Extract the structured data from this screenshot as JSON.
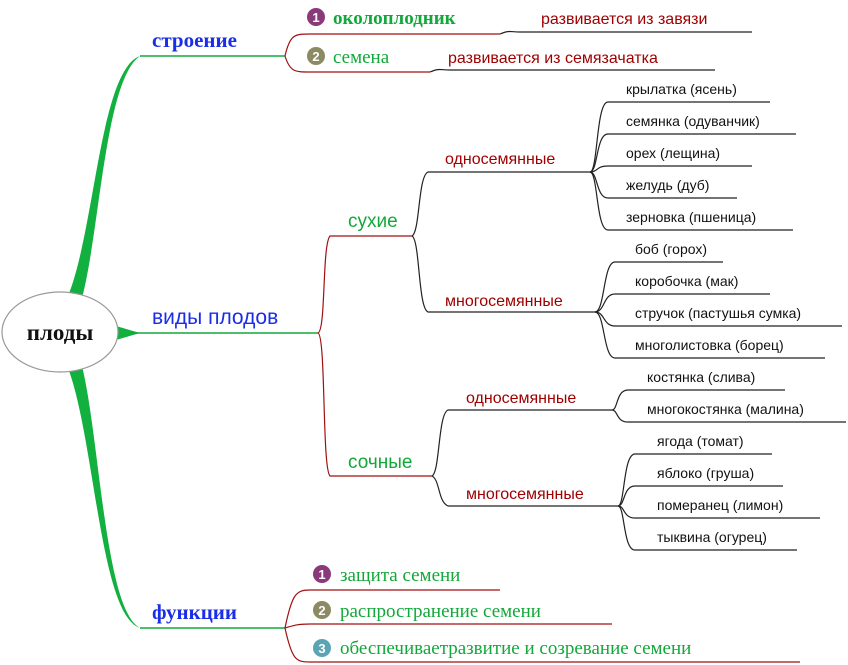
{
  "central": "плоды",
  "structure": {
    "label": "строение",
    "items": [
      {
        "num": "1",
        "label": "околоплодник",
        "note": "развивается из завязи",
        "icon_color": "#8a3a7a"
      },
      {
        "num": "2",
        "label": "семена",
        "note": "развивается из семязачатка",
        "icon_color": "#8c8a62"
      }
    ]
  },
  "types": {
    "label": "виды плодов",
    "dry": {
      "label": "сухие",
      "single": {
        "label": "односемянные",
        "items": [
          "крылатка (ясень)",
          "семянка (одуванчик)",
          "орех (лещина)",
          "желудь (дуб)",
          "зерновка (пшеница)"
        ]
      },
      "multi": {
        "label": "многосемянные",
        "items": [
          "боб (горох)",
          "коробочка (мак)",
          "стручок (пастушья сумка)",
          "многолистовка (борец)"
        ]
      }
    },
    "juicy": {
      "label": "сочные",
      "single": {
        "label": "односемянные",
        "items": [
          "костянка (слива)",
          "многокостянка (малина)"
        ]
      },
      "multi": {
        "label": "многосемянные",
        "items": [
          "ягода (томат)",
          "яблоко (груша)",
          "померанец (лимон)",
          "тыквина (огурец)"
        ]
      }
    }
  },
  "functions": {
    "label": "функции",
    "items": [
      {
        "num": "1",
        "label": "защита семени",
        "icon_color": "#8a3a7a"
      },
      {
        "num": "2",
        "label": "распространение семени",
        "icon_color": "#8c8a62"
      },
      {
        "num": "3",
        "label": "обеспечиваетразвитие и созревание семени",
        "icon_color": "#5aa4b4"
      }
    ]
  }
}
